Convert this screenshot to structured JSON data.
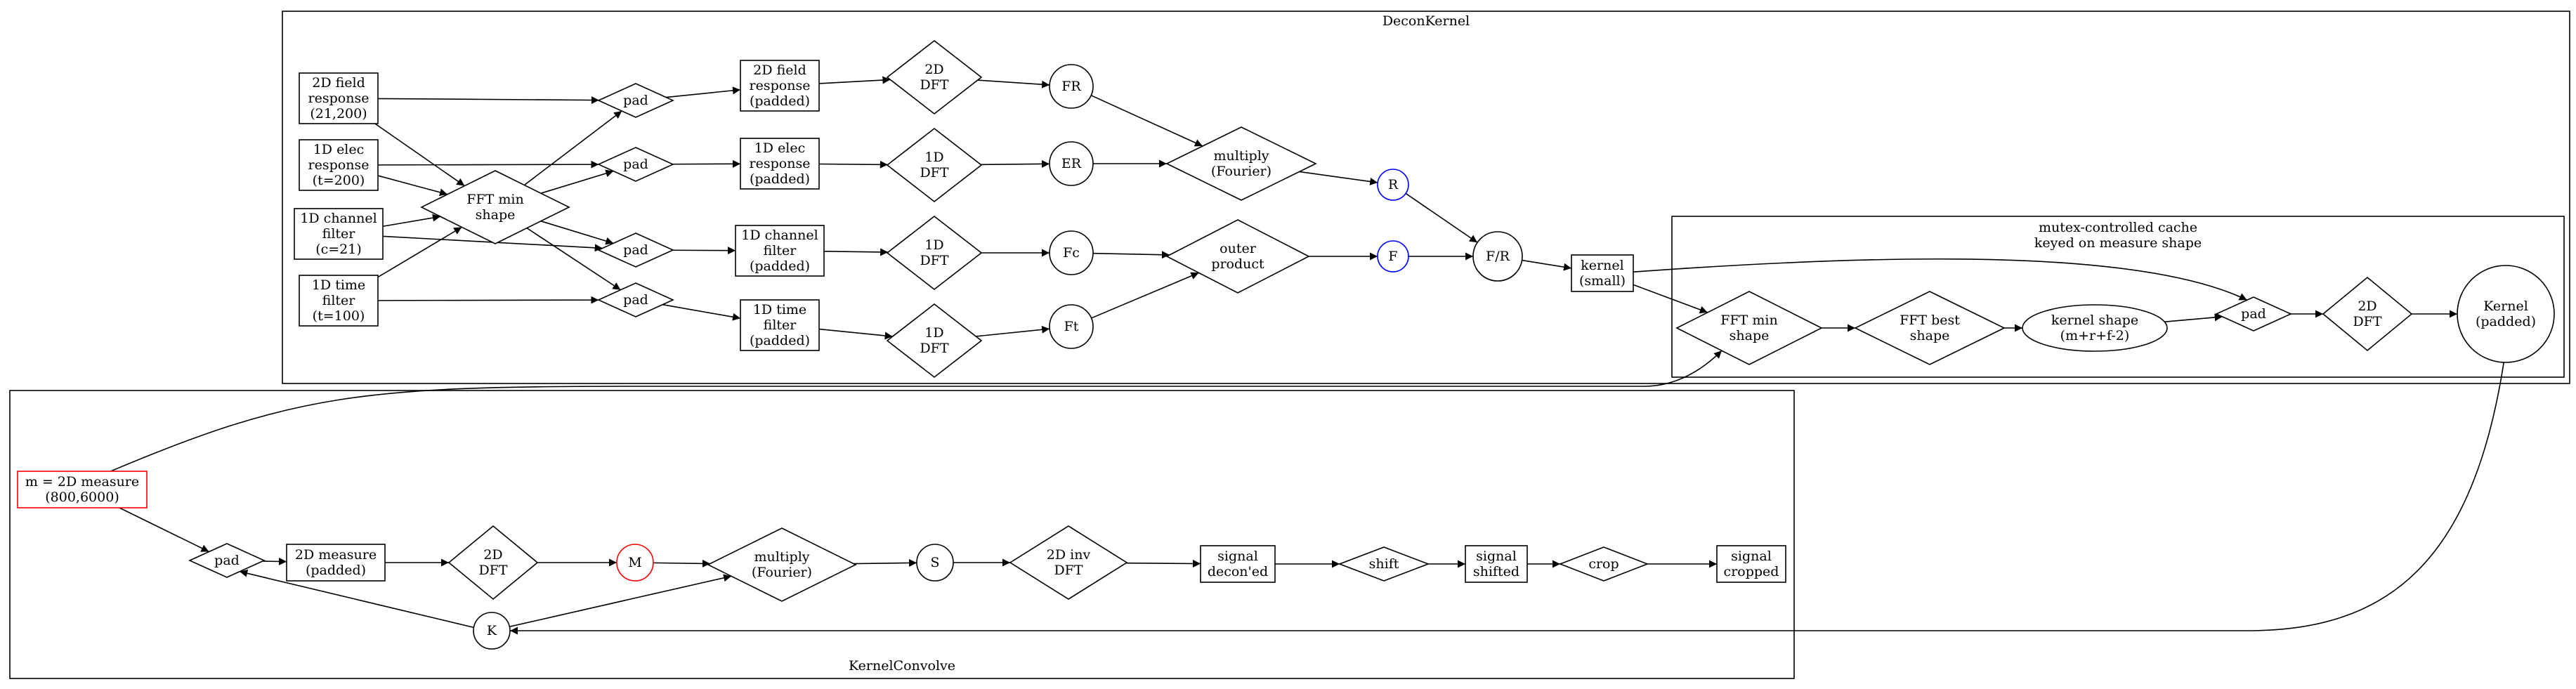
{
  "clusters": {
    "deconkernel": "DeconKernel",
    "cache": [
      "mutex-controlled cache",
      "keyed on measure shape"
    ],
    "kernelconvolve": "KernelConvolve"
  },
  "nodes": {
    "fr_in": {
      "lines": [
        "2D field",
        "response",
        "(21,200)"
      ],
      "shape": "box",
      "color": "#000000"
    },
    "er_in": {
      "lines": [
        "1D elec",
        "response",
        "(t=200)"
      ],
      "shape": "box",
      "color": "#000000"
    },
    "ch_in": {
      "lines": [
        "1D channel",
        "filter",
        "(c=21)"
      ],
      "shape": "box",
      "color": "#000000"
    },
    "tm_in": {
      "lines": [
        "1D time",
        "filter",
        "(t=100)"
      ],
      "shape": "box",
      "color": "#000000"
    },
    "fftmin1": {
      "lines": [
        "FFT min",
        "shape"
      ],
      "shape": "diamond",
      "color": "#000000"
    },
    "pad1": {
      "lines": [
        "pad"
      ],
      "shape": "diamond",
      "color": "#000000"
    },
    "pad2": {
      "lines": [
        "pad"
      ],
      "shape": "diamond",
      "color": "#000000"
    },
    "pad3": {
      "lines": [
        "pad"
      ],
      "shape": "diamond",
      "color": "#000000"
    },
    "pad4": {
      "lines": [
        "pad"
      ],
      "shape": "diamond",
      "color": "#000000"
    },
    "frp": {
      "lines": [
        "2D field",
        "response",
        "(padded)"
      ],
      "shape": "box",
      "color": "#000000"
    },
    "erp": {
      "lines": [
        "1D elec",
        "response",
        "(padded)"
      ],
      "shape": "box",
      "color": "#000000"
    },
    "chp": {
      "lines": [
        "1D channel",
        "filter",
        "(padded)"
      ],
      "shape": "box",
      "color": "#000000"
    },
    "tmp": {
      "lines": [
        "1D time",
        "filter",
        "(padded)"
      ],
      "shape": "box",
      "color": "#000000"
    },
    "dft1": {
      "lines": [
        "2D",
        "DFT"
      ],
      "shape": "diamond",
      "color": "#000000"
    },
    "dft2": {
      "lines": [
        "1D",
        "DFT"
      ],
      "shape": "diamond",
      "color": "#000000"
    },
    "dft3": {
      "lines": [
        "1D",
        "DFT"
      ],
      "shape": "diamond",
      "color": "#000000"
    },
    "dft4": {
      "lines": [
        "1D",
        "DFT"
      ],
      "shape": "diamond",
      "color": "#000000"
    },
    "FR": {
      "lines": [
        "FR"
      ],
      "shape": "circle",
      "color": "#000000"
    },
    "ER": {
      "lines": [
        "ER"
      ],
      "shape": "circle",
      "color": "#000000"
    },
    "Fc": {
      "lines": [
        "Fc"
      ],
      "shape": "circle",
      "color": "#000000"
    },
    "Ft": {
      "lines": [
        "Ft"
      ],
      "shape": "circle",
      "color": "#000000"
    },
    "mult1": {
      "lines": [
        "multiply",
        "(Fourier)"
      ],
      "shape": "diamond",
      "color": "#000000"
    },
    "outer": {
      "lines": [
        "outer",
        "product"
      ],
      "shape": "diamond",
      "color": "#000000"
    },
    "R": {
      "lines": [
        "R"
      ],
      "shape": "circle",
      "color": "#0000ff"
    },
    "F": {
      "lines": [
        "F"
      ],
      "shape": "circle",
      "color": "#0000ff"
    },
    "FoverR": {
      "lines": [
        "F/R"
      ],
      "shape": "circle",
      "color": "#000000"
    },
    "ksmall": {
      "lines": [
        "kernel",
        "(small)"
      ],
      "shape": "box",
      "color": "#000000"
    },
    "fftmin2": {
      "lines": [
        "FFT min",
        "shape"
      ],
      "shape": "diamond",
      "color": "#000000"
    },
    "fftbest": {
      "lines": [
        "FFT best",
        "shape"
      ],
      "shape": "diamond",
      "color": "#000000"
    },
    "kshape": {
      "lines": [
        "kernel shape",
        "(m+r+f-2)"
      ],
      "shape": "ellipse",
      "color": "#000000"
    },
    "padk": {
      "lines": [
        "pad"
      ],
      "shape": "diamond",
      "color": "#000000"
    },
    "dftk": {
      "lines": [
        "2D",
        "DFT"
      ],
      "shape": "diamond",
      "color": "#000000"
    },
    "kpadded": {
      "lines": [
        "Kernel",
        "(padded)"
      ],
      "shape": "circle",
      "color": "#000000"
    },
    "m": {
      "lines": [
        "m = 2D measure",
        "(800,6000)"
      ],
      "shape": "box",
      "color": "#ff0000"
    },
    "padm": {
      "lines": [
        "pad"
      ],
      "shape": "diamond",
      "color": "#000000"
    },
    "mp": {
      "lines": [
        "2D measure",
        "(padded)"
      ],
      "shape": "box",
      "color": "#000000"
    },
    "dftm": {
      "lines": [
        "2D",
        "DFT"
      ],
      "shape": "diamond",
      "color": "#000000"
    },
    "M": {
      "lines": [
        "M"
      ],
      "shape": "circle",
      "color": "#ff0000"
    },
    "mult2": {
      "lines": [
        "multiply",
        "(Fourier)"
      ],
      "shape": "diamond",
      "color": "#000000"
    },
    "S": {
      "lines": [
        "S"
      ],
      "shape": "circle",
      "color": "#000000"
    },
    "idft": {
      "lines": [
        "2D inv",
        "DFT"
      ],
      "shape": "diamond",
      "color": "#000000"
    },
    "sdecon": {
      "lines": [
        "signal",
        "decon'ed"
      ],
      "shape": "box",
      "color": "#000000"
    },
    "shift": {
      "lines": [
        "shift"
      ],
      "shape": "diamond",
      "color": "#000000"
    },
    "sshift": {
      "lines": [
        "signal",
        "shifted"
      ],
      "shape": "box",
      "color": "#000000"
    },
    "crop": {
      "lines": [
        "crop"
      ],
      "shape": "diamond",
      "color": "#000000"
    },
    "scrop": {
      "lines": [
        "signal",
        "cropped"
      ],
      "shape": "box",
      "color": "#000000"
    },
    "K": {
      "lines": [
        "K"
      ],
      "shape": "circle",
      "color": "#000000"
    }
  },
  "edges": [
    [
      "fr_in",
      "pad1"
    ],
    [
      "fr_in",
      "fftmin1"
    ],
    [
      "er_in",
      "pad2"
    ],
    [
      "er_in",
      "fftmin1"
    ],
    [
      "ch_in",
      "pad3"
    ],
    [
      "ch_in",
      "fftmin1"
    ],
    [
      "tm_in",
      "pad4"
    ],
    [
      "tm_in",
      "fftmin1"
    ],
    [
      "fftmin1",
      "pad1"
    ],
    [
      "fftmin1",
      "pad2"
    ],
    [
      "fftmin1",
      "pad3"
    ],
    [
      "fftmin1",
      "pad4"
    ],
    [
      "pad1",
      "frp"
    ],
    [
      "pad2",
      "erp"
    ],
    [
      "pad3",
      "chp"
    ],
    [
      "pad4",
      "tmp"
    ],
    [
      "frp",
      "dft1"
    ],
    [
      "erp",
      "dft2"
    ],
    [
      "chp",
      "dft3"
    ],
    [
      "tmp",
      "dft4"
    ],
    [
      "dft1",
      "FR"
    ],
    [
      "dft2",
      "ER"
    ],
    [
      "dft3",
      "Fc"
    ],
    [
      "dft4",
      "Ft"
    ],
    [
      "FR",
      "mult1"
    ],
    [
      "ER",
      "mult1"
    ],
    [
      "Fc",
      "outer"
    ],
    [
      "Ft",
      "outer"
    ],
    [
      "mult1",
      "R"
    ],
    [
      "outer",
      "F"
    ],
    [
      "R",
      "FoverR"
    ],
    [
      "F",
      "FoverR"
    ],
    [
      "FoverR",
      "ksmall"
    ],
    [
      "ksmall",
      "fftmin2"
    ],
    [
      "ksmall",
      "padk"
    ],
    [
      "fftmin2",
      "fftbest"
    ],
    [
      "fftbest",
      "kshape"
    ],
    [
      "kshape",
      "padk"
    ],
    [
      "padk",
      "dftk"
    ],
    [
      "dftk",
      "kpadded"
    ],
    [
      "kpadded",
      "K"
    ],
    [
      "m",
      "fftmin2"
    ],
    [
      "m",
      "padm"
    ],
    [
      "padm",
      "mp"
    ],
    [
      "mp",
      "dftm"
    ],
    [
      "dftm",
      "M"
    ],
    [
      "M",
      "mult2"
    ],
    [
      "K",
      "mult2"
    ],
    [
      "K",
      "padm"
    ],
    [
      "mult2",
      "S"
    ],
    [
      "S",
      "idft"
    ],
    [
      "idft",
      "sdecon"
    ],
    [
      "sdecon",
      "shift"
    ],
    [
      "shift",
      "sshift"
    ],
    [
      "sshift",
      "crop"
    ],
    [
      "crop",
      "scrop"
    ]
  ]
}
